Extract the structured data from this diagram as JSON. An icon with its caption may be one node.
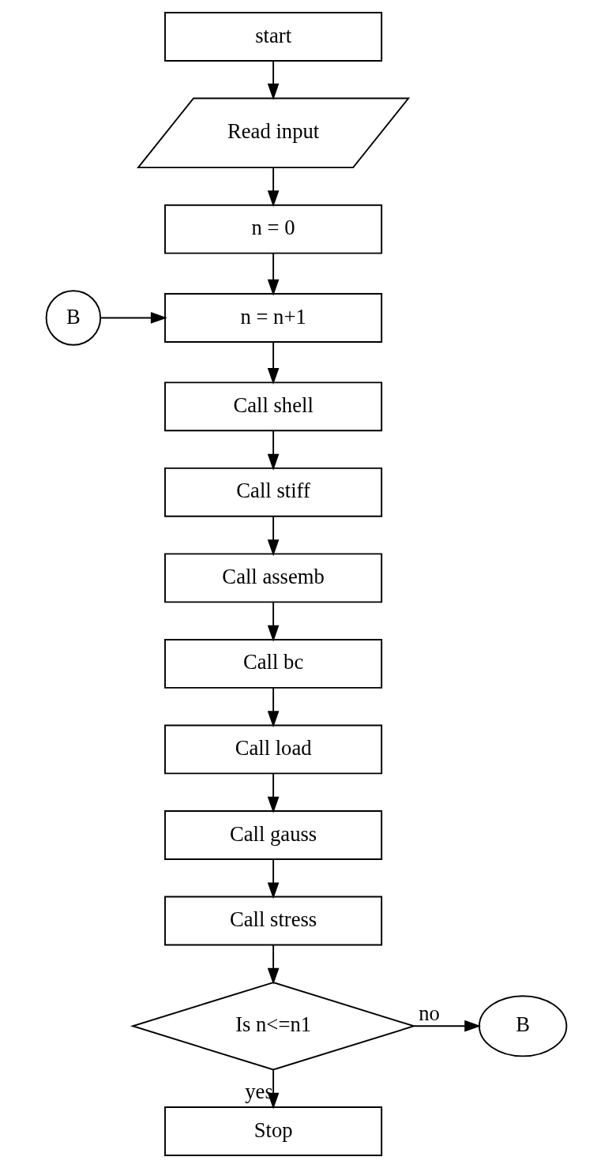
{
  "diagram": {
    "nodes": [
      {
        "text": [
          "start"
        ]
      },
      {
        "text": [
          "Read input"
        ]
      },
      {
        "text": [
          "n = 0"
        ]
      },
      {
        "text": [
          "B"
        ]
      },
      {
        "text": [
          "n = n+1"
        ]
      },
      {
        "text": [
          "Call shell"
        ]
      },
      {
        "text": [
          "Call stiff"
        ]
      },
      {
        "text": [
          "Call assemb"
        ]
      },
      {
        "text": [
          "Call bc"
        ]
      },
      {
        "text": [
          "Call load"
        ]
      },
      {
        "text": [
          "Call gauss"
        ]
      },
      {
        "text": [
          "Call stress"
        ]
      },
      {
        "text": [
          "Is n<=n1"
        ]
      },
      {
        "text": [
          "B"
        ]
      },
      {
        "text": [
          "Stop"
        ]
      }
    ],
    "edges": [
      {
        "from": 0,
        "to": 1,
        "arrow": "to"
      },
      {
        "from": 1,
        "to": 2,
        "arrow": "to"
      },
      {
        "from": 2,
        "to": 4,
        "arrow": "to"
      },
      {
        "from": 3,
        "to": 4,
        "arrow": "to"
      },
      {
        "from": 4,
        "to": 5,
        "arrow": "to"
      },
      {
        "from": 5,
        "to": 6,
        "arrow": "to"
      },
      {
        "from": 6,
        "to": 7,
        "arrow": "to"
      },
      {
        "from": 7,
        "to": 8,
        "arrow": "to"
      },
      {
        "from": 8,
        "to": 9,
        "arrow": "to"
      },
      {
        "from": 9,
        "to": 10,
        "arrow": "to"
      },
      {
        "from": 10,
        "to": 11,
        "arrow": "to"
      },
      {
        "from": 11,
        "to": 12,
        "arrow": "to"
      },
      {
        "from": 12,
        "to": 13,
        "label": "no",
        "arrow": "to"
      },
      {
        "from": 12,
        "to": 14,
        "label": "yes",
        "arrow": "to"
      }
    ]
  }
}
